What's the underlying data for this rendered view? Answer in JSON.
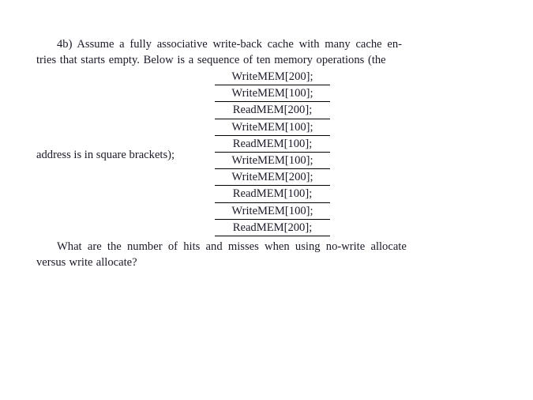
{
  "document": {
    "intro": {
      "line1": "4b) Assume a fully associative write-back cache with many cache en-",
      "line2": "tries that starts empty. Below is a sequence of ten memory operations (the"
    },
    "lead_in": "address is in square brackets);",
    "question": {
      "line1": "What are the number of hits and misses when using no-write allocate",
      "line2": "versus write allocate?"
    },
    "operations_table": {
      "rows": [
        {
          "op": "WriteMEM[200];"
        },
        {
          "op": "WriteMEM[100];"
        },
        {
          "op": "ReadMEM[200];"
        },
        {
          "op": "WriteMEM[100];"
        },
        {
          "op": "ReadMEM[100];"
        },
        {
          "op": "WriteMEM[100];"
        },
        {
          "op": "WriteMEM[200];"
        },
        {
          "op": "ReadMEM[100];"
        },
        {
          "op": "WriteMEM[100];"
        },
        {
          "op": "ReadMEM[200];"
        }
      ]
    }
  },
  "colors": {
    "page_background": "#ffffff",
    "text": "#1a1a28",
    "rule": "#000000"
  }
}
